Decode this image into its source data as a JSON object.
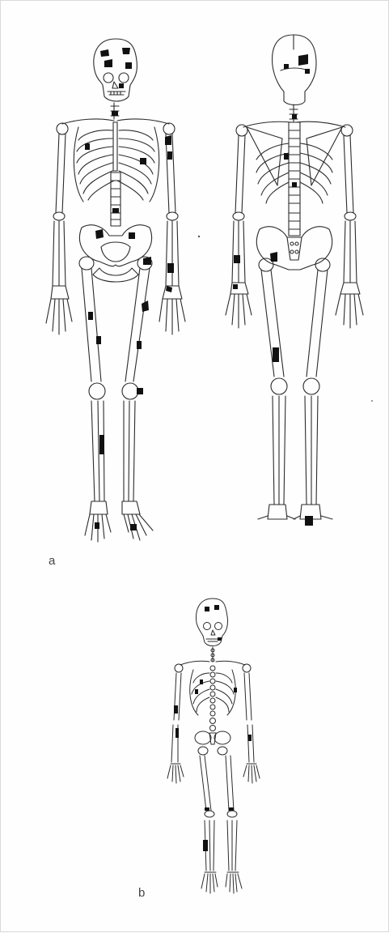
{
  "figure": {
    "panel_a": {
      "label": "a",
      "views": [
        "anterior",
        "posterior"
      ]
    },
    "panel_b": {
      "label": "b",
      "views": [
        "anterior"
      ]
    }
  },
  "style": {
    "line_color": "#2b2b2b",
    "lesion_color": "#111111",
    "background": "#fefefe"
  }
}
